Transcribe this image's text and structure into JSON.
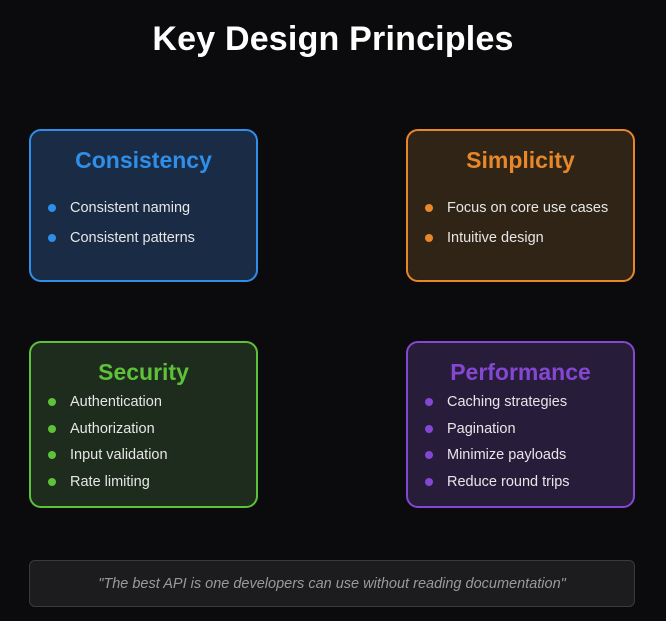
{
  "title": "Key Design Principles",
  "cards": [
    {
      "key": "consistency",
      "title": "Consistency",
      "color": "#2f8fe8",
      "items": [
        "Consistent naming",
        "Consistent patterns"
      ]
    },
    {
      "key": "simplicity",
      "title": "Simplicity",
      "color": "#e8872a",
      "items": [
        "Focus on core use cases",
        "Intuitive design"
      ]
    },
    {
      "key": "security",
      "title": "Security",
      "color": "#5ec13a",
      "items": [
        "Authentication",
        "Authorization",
        "Input validation",
        "Rate limiting"
      ]
    },
    {
      "key": "performance",
      "title": "Performance",
      "color": "#8447d2",
      "items": [
        "Caching strategies",
        "Pagination",
        "Minimize payloads",
        "Reduce round trips"
      ]
    }
  ],
  "quote": "\"The best API is one developers can use without reading documentation\""
}
